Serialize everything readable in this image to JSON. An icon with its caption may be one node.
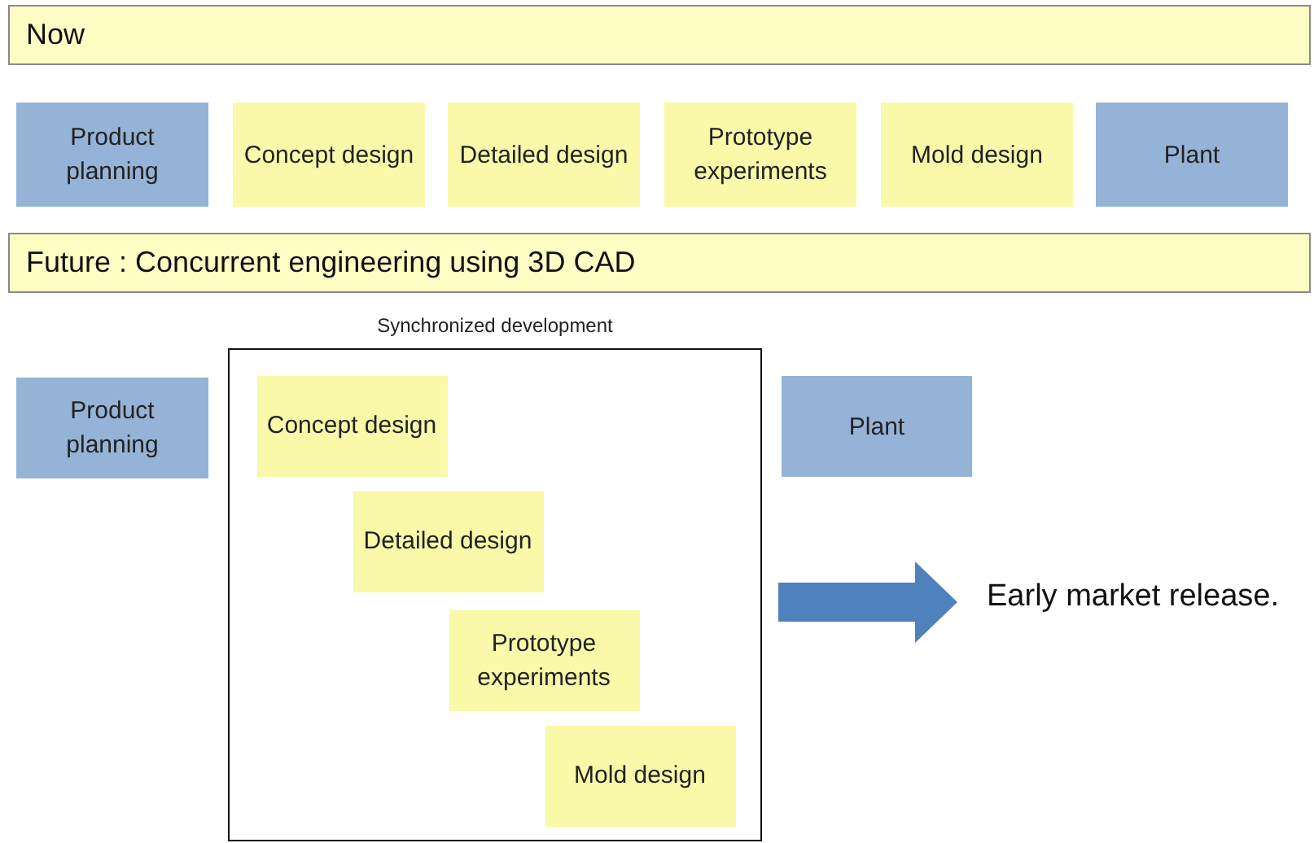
{
  "diagram": {
    "nodes": [
      {
        "text": [
          "Now"
        ]
      },
      {
        "text": [
          "Product planning"
        ]
      },
      {
        "text": [
          "Concept design"
        ]
      },
      {
        "text": [
          "Detailed design"
        ]
      },
      {
        "text": [
          "Prototype experiments"
        ]
      },
      {
        "text": [
          "Mold design"
        ]
      },
      {
        "text": [
          "Plant"
        ]
      },
      {
        "text": [
          "Future : Concurrent engineering using 3D CAD"
        ]
      },
      {
        "text": [
          "Product planning"
        ]
      },
      {
        "text": [
          "Synchronized development"
        ]
      },
      {
        "text": [
          "Concept design"
        ],
        "in": 9
      },
      {
        "text": [
          "Detailed design"
        ],
        "in": 9
      },
      {
        "text": [
          "Prototype experiments"
        ],
        "in": 9
      },
      {
        "text": [
          "Mold design"
        ],
        "in": 9
      },
      {
        "text": [
          "Plant"
        ]
      },
      {
        "text": [
          "Early market release."
        ]
      }
    ],
    "edges": [
      {
        "from": 9,
        "to": 15,
        "arrow": "to",
        "style": "thick"
      }
    ]
  }
}
